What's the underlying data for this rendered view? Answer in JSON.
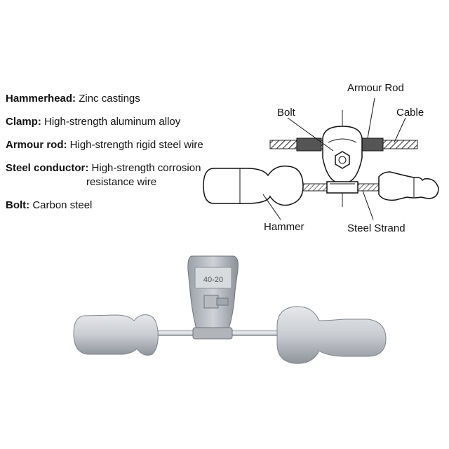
{
  "specs": [
    {
      "label": "Hammerhead:",
      "value": "Zinc castings"
    },
    {
      "label": "Clamp:",
      "value": "High-strength aluminum alloy"
    },
    {
      "label": "Armour rod:",
      "value": "High-strength rigid steel wire"
    },
    {
      "label": "Steel conductor:",
      "value": "High-strength corrosion",
      "value_cont": "resistance wire"
    },
    {
      "label": "Bolt:",
      "value": "Carbon steel"
    }
  ],
  "diagram_labels": {
    "armour_rod": "Armour Rod",
    "bolt": "Bolt",
    "cable": "Cable",
    "hammer": "Hammer",
    "steel_strand": "Steel Strand"
  },
  "photo": {
    "clamp_marking": "40-20",
    "metal_color": "#c9ccd1",
    "shadow_color": "#8f949b"
  }
}
